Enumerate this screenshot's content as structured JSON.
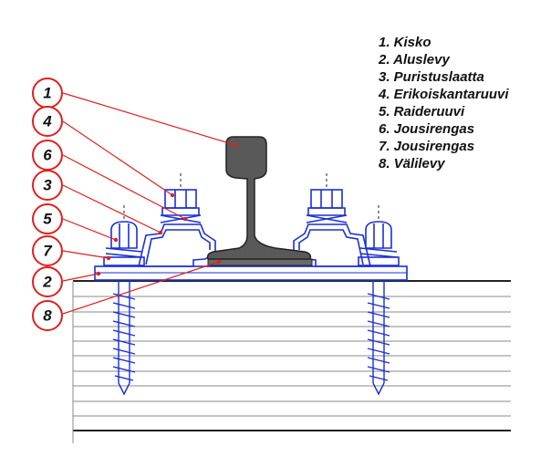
{
  "legend": [
    "1. Kisko",
    "2. Aluslevy",
    "3. Puristuslaatta",
    "4. Erikoiskantaruuvi",
    "5. Raideruuvi",
    "6. Jousirengas",
    "7. Jousirengas",
    "8. Välilevy"
  ],
  "callouts": [
    "1",
    "4",
    "6",
    "3",
    "5",
    "7",
    "2",
    "8"
  ],
  "colors": {
    "callout_red": "#e0201e",
    "hardware_blue": "#1a2fd6",
    "rail_gray": "#595959",
    "sleeper_line": "#888888"
  }
}
